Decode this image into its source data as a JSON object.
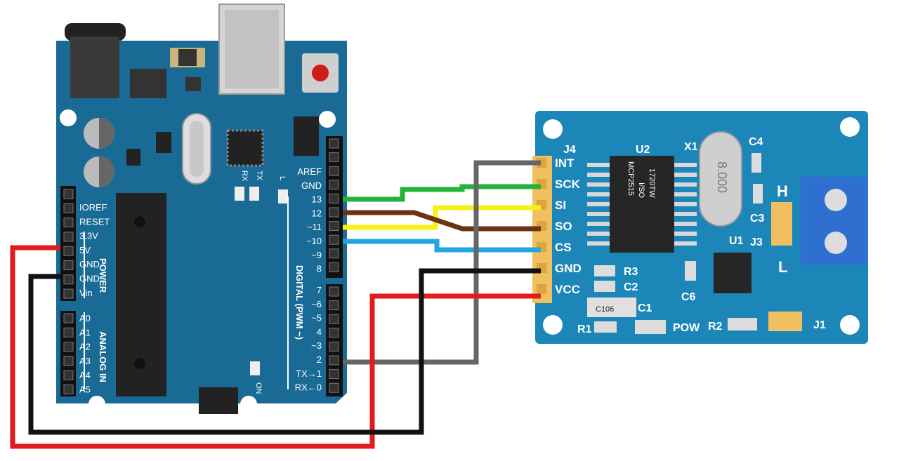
{
  "arduino": {
    "left_header": [
      "IOREF",
      "RESET",
      "3.3V",
      "5V",
      "GND",
      "GND",
      "Vin"
    ],
    "power_label": "POWER",
    "analog_header": [
      "A0",
      "A1",
      "A2",
      "A3",
      "A4",
      "A5"
    ],
    "analog_label": "ANALOG IN",
    "top_right_header": [
      "AREF",
      "GND",
      "13",
      "12",
      "~11",
      "~10",
      "~9",
      "8"
    ],
    "bottom_right_header": [
      "7",
      "~6",
      "~5",
      "4",
      "~3",
      "2",
      "TX→1",
      "RX←0"
    ],
    "digital_label": "DIGITAL (PWM ~)",
    "led_labels": {
      "rx": "RX",
      "tx": "TX",
      "l": "L",
      "on": "ON"
    }
  },
  "module": {
    "pins": [
      "INT",
      "SCK",
      "SI",
      "SO",
      "CS",
      "GND",
      "VCC"
    ],
    "labels": {
      "j4": "J4",
      "u2": "U2",
      "x1": "X1",
      "c4": "C4",
      "c3": "C3",
      "h": "H",
      "l": "L",
      "j3": "J3",
      "u1": "U1",
      "r3": "R3",
      "c2": "C2",
      "c6": "C6",
      "c1": "C1",
      "r1": "R1",
      "pow": "POW",
      "r2": "R2",
      "j1": "J1"
    },
    "chip_text": [
      "MCP2515",
      "I/SO",
      "1720TW"
    ],
    "crystal_text": "8.000",
    "cap_text": "C106"
  },
  "wires": [
    {
      "from": "13",
      "to": "SCK",
      "color": "#22b43a"
    },
    {
      "from": "12",
      "to": "SO",
      "color": "#6b3410"
    },
    {
      "from": "~11",
      "to": "SI",
      "color": "#f5f214"
    },
    {
      "from": "~10",
      "to": "CS",
      "color": "#22a6df"
    },
    {
      "from": "2",
      "to": "INT",
      "color": "#666666"
    },
    {
      "from": "5V",
      "to": "VCC",
      "color": "#e21b1b"
    },
    {
      "from": "GND",
      "to": "GND",
      "color": "#111111"
    }
  ]
}
